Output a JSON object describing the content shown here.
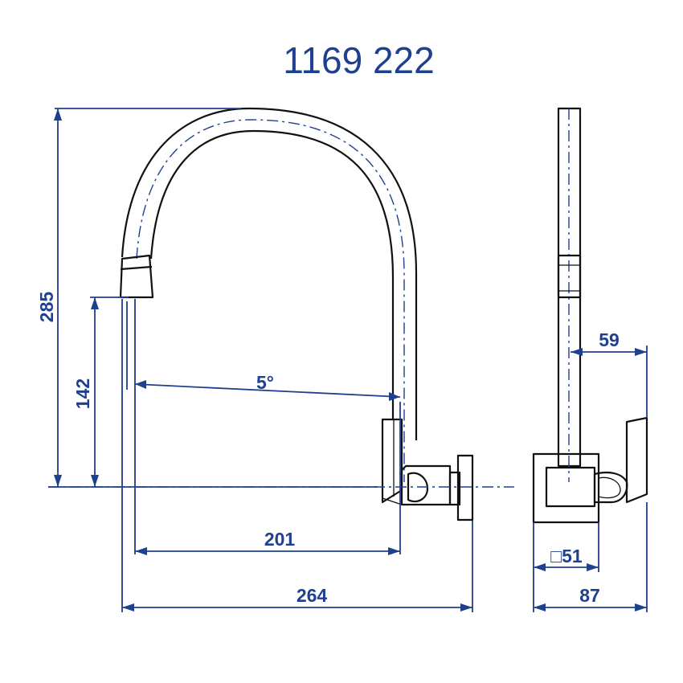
{
  "title": "1169 222",
  "dimensions": {
    "total_height": "285",
    "outlet_height": "142",
    "angle": "5°",
    "projection": "201",
    "total_width": "264",
    "side_offset": "59",
    "square": "□51",
    "side_depth": "87"
  },
  "colors": {
    "dimension": "#1f3f8f",
    "outline": "#111111"
  }
}
